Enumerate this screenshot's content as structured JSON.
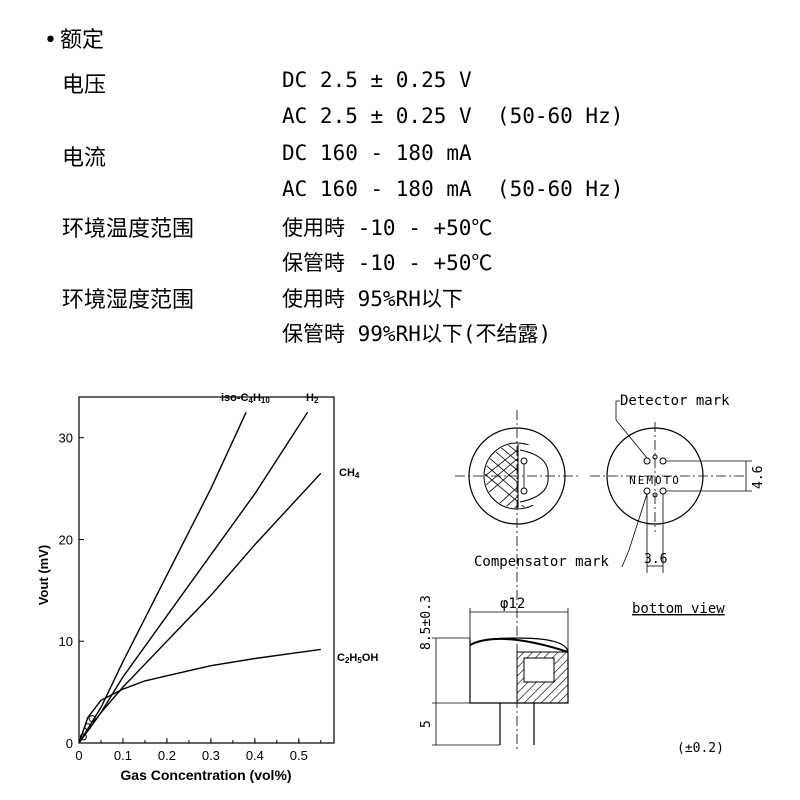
{
  "specs": {
    "heading": "额定",
    "bullet": "•",
    "rows": [
      {
        "label": "电压",
        "value": "DC 2.5 ± 0.25 V"
      },
      {
        "label": "",
        "value": "AC 2.5 ± 0.25 V  (50-60 Hz)"
      },
      {
        "label": "电流",
        "value": "DC 160 - 180 mA"
      },
      {
        "label": "",
        "value": "AC 160 - 180 mA  (50-60 Hz)"
      },
      {
        "label": "环境温度范围",
        "value": "使用時 -10 - +50℃"
      },
      {
        "label": "",
        "value": "保管時 -10 - +50℃"
      },
      {
        "label": "环境湿度范围",
        "value": "使用時 95%RH以下"
      },
      {
        "label": "",
        "value": "保管時 99%RH以下(不结露)"
      }
    ]
  },
  "chart_data": {
    "type": "line",
    "title": "",
    "xlabel": "Gas Concentration (vol%)",
    "ylabel": "Vout (mV)",
    "xlim": [
      0,
      0.58
    ],
    "ylim": [
      0,
      34
    ],
    "x_ticks": [
      "0",
      "0.1",
      "0.2",
      "0.3",
      "0.4",
      "0.5"
    ],
    "y_ticks": [
      "0",
      "10",
      "20",
      "30"
    ],
    "series": [
      {
        "name": "iso-C4H10",
        "x": [
          0,
          0.05,
          0.1,
          0.2,
          0.3,
          0.38
        ],
        "y": [
          0,
          3.5,
          8,
          16.5,
          25,
          32.5
        ]
      },
      {
        "name": "H2",
        "x": [
          0,
          0.05,
          0.1,
          0.2,
          0.3,
          0.4,
          0.52
        ],
        "y": [
          0,
          3,
          6.5,
          12.5,
          18.5,
          24.5,
          32.5
        ]
      },
      {
        "name": "CH4",
        "x": [
          0,
          0.05,
          0.1,
          0.2,
          0.3,
          0.4,
          0.55
        ],
        "y": [
          0,
          3,
          5.5,
          10,
          14.5,
          19.5,
          26.5
        ]
      },
      {
        "name": "C2H5OH",
        "x": [
          0,
          0.02,
          0.05,
          0.1,
          0.15,
          0.2,
          0.3,
          0.4,
          0.5,
          0.55
        ],
        "y": [
          0,
          2.5,
          4.2,
          5.3,
          6.1,
          6.6,
          7.6,
          8.3,
          8.9,
          9.2
        ]
      }
    ],
    "series_labels_html": {
      "iso": "iso-C",
      "iso_sub1": "4",
      "iso_h": "H",
      "iso_sub2": "10",
      "h2": "H",
      "h2_sub": "2",
      "ch4": "CH",
      "ch4_sub": "4",
      "eth1": "C",
      "eth1_sub": "2",
      "eth2": "H",
      "eth2_sub": "5",
      "eth3": "OH"
    }
  },
  "drawing": {
    "detector_mark": "Detector mark",
    "compensator_mark": "Compensator mark",
    "dim_46": "4.6",
    "dim_36": "3.6",
    "dim_height": "8.5±0.3",
    "dim_diam": "φ12",
    "dim_5": "5",
    "bottom_view": "bottom view",
    "tolerance": "(±0.2)",
    "nemoto": "NEMOTO"
  }
}
